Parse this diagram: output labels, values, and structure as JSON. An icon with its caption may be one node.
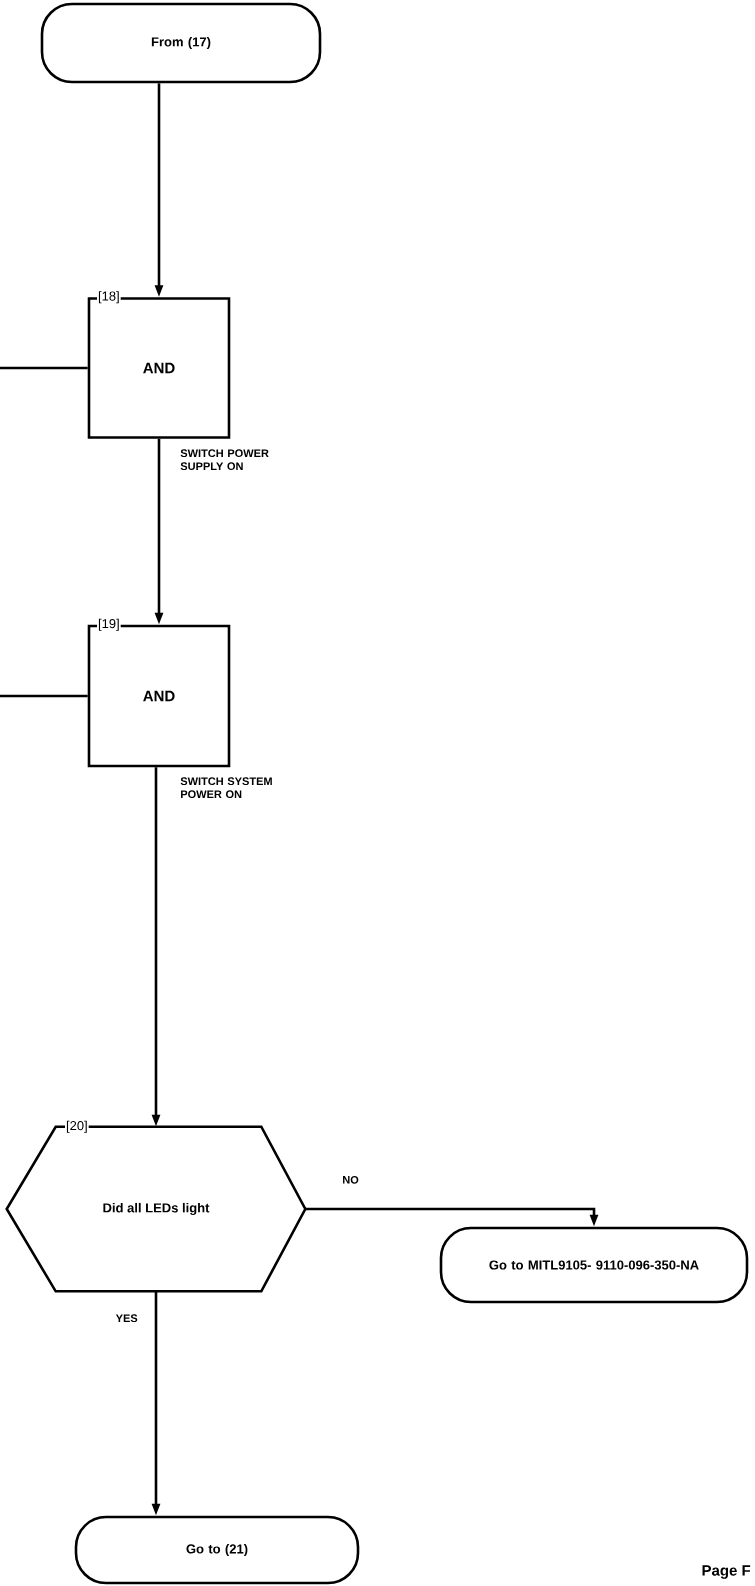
{
  "diagram": {
    "nodes": [
      {
        "text": [
          "From (17)"
        ]
      },
      {
        "text": [
          "[18]",
          "AND"
        ]
      },
      {
        "text": [
          "[19]",
          "AND"
        ]
      },
      {
        "text": [
          "[20]",
          "Did all LEDs light"
        ]
      },
      {
        "text": [
          "Go to MITL9105- 9110-096-350-NA"
        ]
      },
      {
        "text": [
          "Go to (21)"
        ]
      }
    ],
    "edges": [
      {
        "from": 0,
        "to": 1,
        "arrow": "to"
      },
      {
        "from": 1,
        "to": 2,
        "arrow": "to",
        "label": "SWITCH POWER SUPPLY ON"
      },
      {
        "from": 2,
        "to": 3,
        "arrow": "to",
        "label": "SWITCH SYSTEM POWER ON"
      },
      {
        "from": 3,
        "to": 4,
        "arrow": "to",
        "label": "NO"
      },
      {
        "from": 3,
        "to": 5,
        "arrow": "to",
        "label": "YES"
      },
      {
        "from": null,
        "to": 1,
        "arrow": "none"
      },
      {
        "from": null,
        "to": 2,
        "arrow": "none"
      }
    ],
    "labels": [
      "Page F"
    ]
  }
}
